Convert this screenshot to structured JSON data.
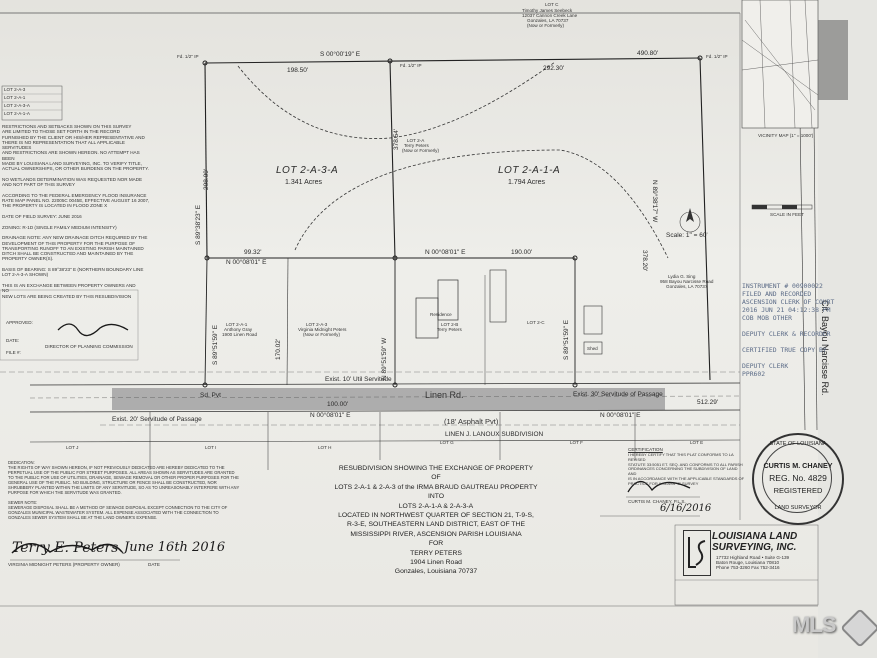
{
  "lots": {
    "lot_2a3a": {
      "name": "LOT 2-A-3-A",
      "acres": "1.341 Acres"
    },
    "lot_2a1a": {
      "name": "LOT 2-A-1-A",
      "acres": "1.794 Acres"
    },
    "lot_c_top": "LOT C",
    "lot_c_owner": "Timothy James Seebeck",
    "lot_c_addr1": "12037 Cannon Creek Lane",
    "lot_c_addr2": "Gonzales, LA 70737",
    "lot_c_note": "(Now or Formerly)",
    "lot_j": "LOT J",
    "lot_i": "LOT I",
    "lot_h": "LOT H",
    "lot_g": "LOT G",
    "lot_f": "LOT F",
    "lot_e": "LOT E"
  },
  "dims": {
    "top_bearing": "S 00°00'19\" E",
    "top_total": "490.80'",
    "top_left": "198.50'",
    "top_right": "292.30'",
    "left_bearing": "S 89°38'23\" E",
    "left_len": "208.09'",
    "mid_len": "378.54'",
    "right_bearing": "N 89°38'17\" W",
    "right_len": "378.20'",
    "mid_left_len": "99.32'",
    "mid_left_bearing": "N 00°08'01\" E",
    "mid_right_bearing": "N 00°08'01\" E",
    "mid_right_len": "190.00'",
    "center_bearing": "N 89°51'59\" W",
    "lot_2a1_bearing": "S 89°51'59\" E",
    "lot_2a1_len": "170.02'",
    "bottom_bearing": "N 00°08'01\" E",
    "bottom_len": "100.00'",
    "bottom_len2": "512.29'",
    "scale": "Scale: 1\" = 60'",
    "road": "Linen Rd.",
    "pavement": "(18' Asphalt Pvt)",
    "servitude_util": "Exist. 10' Util Servitude",
    "servitude_passage": "Exist. 30' Servitude of Passage",
    "servitude_passage2": "Exist. 20' Servitude of Passage",
    "subdivision": "LINEN J. LANOUX SUBDIVISION",
    "bayou_rd": "Cit. Bayou Narcisse Rd.",
    "fd": "Fd. 1/2\" IP",
    "sv": "Sd. Pvt"
  },
  "inner_lots": {
    "lot_2a1": "LOT 2-A-1",
    "lot_2a1_owner": "Anthony Gray",
    "lot_2a1_addr": "1900 Linen Road",
    "lot_2a3": "LOT 2-A-3",
    "lot_2a3_owner": "Virginia Midnight Peters",
    "lot_2a3_note": "(Now or Formerly)",
    "lot_2b": "LOT 2-B",
    "lot_2b_owner": "Terry Peters",
    "lot_2c": "LOT 2-C",
    "residence": "Residence",
    "shed": "Shed",
    "lot_2a_top": "LOT 2-A",
    "lot_2a_owner": "Terry Peters",
    "lydia": "Lydia G. Sing",
    "lydia_addr": "958 Bayou Narcisse Road",
    "lydia_city": "Gonzales, LA 70737"
  },
  "notes_left": [
    "RESTRICTIONS AND SETBACKS SHOWN ON THIS SURVEY",
    "ARE LIMITED TO THOSE SET FORTH IN THE RECORD",
    "FURNISHED BY THE CLIENT OR HIS/HER REPRESENTATIVE AND",
    "THERE IS NO REPRESENTATION THAT ALL APPLICABLE SERVITUDES",
    "AND RESTRICTIONS ARE SHOWN HEREON. NO ATTEMPT HAS BEEN",
    "MADE BY LOUISIANA LAND SURVEYING, INC. TO VERIFY TITLE,",
    "ACTUAL OWNERSHIPS, OR OTHER BURDENS ON THE PROPERTY.",
    "",
    "NO WETLANDS DETERMINATION WAS REQUESTED NOR MADE",
    "AND NOT PART OF THIS SURVEY",
    "",
    "ACCORDING TO THE FEDERAL EMERGENCY FLOOD INSURANCE",
    "RATE MAP PANEL NO. 22005C 0045E, EFFECTIVE AUGUST 16 2007,",
    "THE PROPERTY IS LOCATED IN FLOOD ZONE X",
    "",
    "DATE OF FIELD SURVEY: JUNE 2016",
    "",
    "ZONING: R-1D (SINGLE FAMILY MEDIUM INTENSITY)",
    "",
    "DRAINAGE NOTE: ANY NEW DRAINAGE DITCH REQUIRED BY THE",
    "DEVELOPMENT OF THIS PROPERTY FOR THE PURPOSE OF",
    "TRANSPORTING RUNOFF TO AN EXISTING PARISH MAINTAINED",
    "DITCH SHALL BE CONSTRUCTED AND MAINTAINED BY THE",
    "PROPERTY OWNER(S).",
    "",
    "BASIS OF BEARING: S 89°38'23\" E (NORTHERN BOUNDARY LINE",
    "LOT 2-A-3-A SHOWN)"
  ],
  "notes_exchange": [
    "THIS IS AN EXCHANGE BETWEEN PROPERTY OWNERS AND NO",
    "NEW LOTS ARE BEING CREATED BY THIS RESUBDIVISION"
  ],
  "approval": {
    "approved": "APPROVED:",
    "date_label": "DATE:",
    "file_label": "FILE #:",
    "commission": "DIRECTOR OF PLANNING COMMISSION"
  },
  "dedication": [
    "DEDICATION:",
    "THE RIGHTS OF WAY SHOWN HEREON, IF NOT PREVIOUSLY DEDICATED ARE HEREBY DEDICATED TO THE",
    "PERPETUAL USE OF THE PUBLIC FOR STREET PURPOSES. ALL AREAS SHOWN AS SERVITUDES ARE GRANTED",
    "TO THE PUBLIC FOR USE OF UTILITIES, DRAINAGE, SEWAGE REMOVAL OR OTHER PROPER PURPOSES FOR THE",
    "GENERAL USE OF THE PUBLIC. NO BUILDING, STRUCTURE OR FENCE SHALL BE CONSTRUCTED, NOR",
    "SHRUBBERY PLANTED WITHIN THE LIMITS OF ANY SERVITUDE, SO AS TO UNREASONABLY INTERFERE WITH ANY",
    "PURPOSE FOR WHICH THE SERVITUDE WAS GRANTED.",
    "",
    "SEWER NOTE:",
    "SEWERAGE DISPOSAL SHALL BE A METHOD OF SEWAGE DISPOSAL EXCEPT CONNECTION TO THE CITY OF",
    "GONZALES MUNICIPAL WASTEWATER SYSTEM. ALL EXPENSE ASSOCIATED WITH THE CONNECTION TO",
    "GONZALES SEWER SYSTEM SHALL BE AT THE LAND OWNER'S EXPENSE."
  ],
  "owner_sig": {
    "label": "VIRGINIA MIDNIGHT PETERS (PROPERTY OWNER)",
    "date_label": "DATE",
    "signature": "Terry E. Peters",
    "date_hand": "June 16th 2016"
  },
  "title": {
    "l1": "RESUBDIVISION SHOWING THE EXCHANGE OF PROPERTY",
    "l2": "OF",
    "l3": "LOTS 2-A-1 & 2-A-3 of the IRMA BRAUD GAUTREAU PROPERTY",
    "l4": "INTO",
    "l5": "LOTS 2-A-1-A & 2-A-3-A",
    "l6": "LOCATED IN NORTHWEST QUARTER OF SECTION 21, T-9-S,",
    "l7": "R-3-E, SOUTHEASTERN LAND DISTRICT, EAST OF THE",
    "l8": "MISSISSIPPI RIVER, ASCENSION PARISH LOUISIANA",
    "l9": "FOR",
    "l10": "TERRY PETERS",
    "l11": "1904 Linen Road",
    "l12": "Gonzales, Louisiana 70737"
  },
  "certification": {
    "heading": "CERTIFICATION",
    "text": [
      "I HEREBY CERTIFY THAT THIS PLAT CONFORMS TO LA REVISED",
      "STATUTE 33:5051 ET. SEQ. AND CONFORMS TO ALL PARISH",
      "ORDINANCES CONCERNING THE SUBDIVISION OF LAND AND",
      "IS IN ACCORDANCE WITH THE APPLICABLE STANDARDS OF",
      "PRACTICE FOR A CLASS 'C' SURVEY"
    ],
    "signer": "CURTIS M. CHANEY, P.L.S.",
    "date_hand": "6/16/2016"
  },
  "seal": {
    "top": "STATE OF LOUISIANA",
    "name": "CURTIS M. CHANEY",
    "reg": "REG. No. 4829",
    "registered": "REGISTERED",
    "bottom": "LAND SURVEYOR"
  },
  "company": {
    "name1": "LOUISIANA LAND",
    "name2": "SURVEYING, INC.",
    "addr1": "17732 Highland Road • Suite G-139",
    "addr2": "Baton Rouge, Louisiana 70810",
    "phone": "Phone 753-3260 Fax 752-3416"
  },
  "instrument_stamp": [
    "INSTRUMENT # 00900022",
    "FILED AND RECORDED",
    "ASCENSION CLERK OF COURT",
    "2016 JUN 21   04:12:38 PM",
    "COB        MOB   OTHER",
    "",
    "DEPUTY CLERK & RECORDER",
    "",
    "CERTIFIED TRUE COPY BY",
    "",
    "DEPUTY CLERK",
    "PPR602"
  ],
  "vicinity": {
    "label": "VICINITY MAP (1\" = 1000')",
    "scale": "SCALE IN FEET"
  },
  "legend_top": [
    "LOT 2-A-3",
    "LOT 2-A-1",
    "LOT 2-A-3-A",
    "LOT 2-A-1-A"
  ],
  "watermark": {
    "brand": "MLS"
  },
  "colors": {
    "ink": "#2a2a2a",
    "road": "#9a9a9a",
    "paper": "#eeeeea",
    "stamp": "#5a6a86"
  }
}
